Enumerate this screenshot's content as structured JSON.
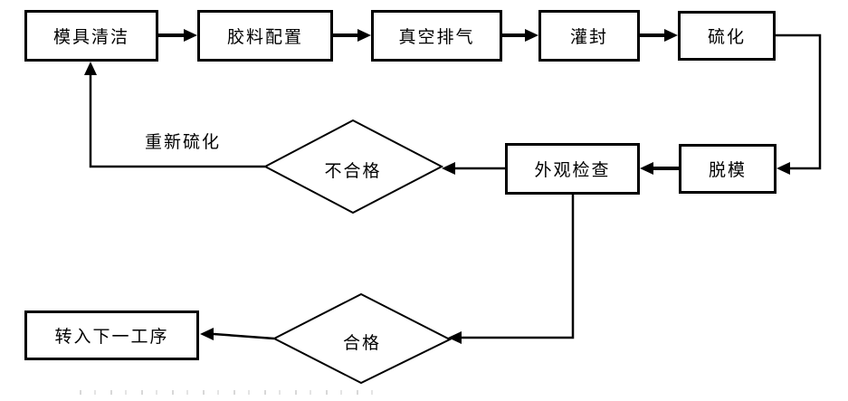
{
  "diagram": {
    "title_hint": "potting-process-flowchart",
    "colors": {
      "line": "#000000",
      "background": "#ffffff",
      "text": "#000000"
    },
    "nodes": {
      "mold_cleaning": {
        "label": "模具清洁"
      },
      "rubber_preparation": {
        "label": "胶料配置"
      },
      "vacuum_degassing": {
        "label": "真空排气"
      },
      "potting": {
        "label": "灌封"
      },
      "vulcanization": {
        "label": "硫化"
      },
      "demolding": {
        "label": "脱模"
      },
      "visual_inspection": {
        "label": "外观检查"
      },
      "next_process": {
        "label": "转入下一工序"
      }
    },
    "decisions": {
      "fail": {
        "label": "不合格"
      },
      "pass": {
        "label": "合格"
      }
    },
    "edge_labels": {
      "re_vulcanization": "重新硫化"
    }
  }
}
